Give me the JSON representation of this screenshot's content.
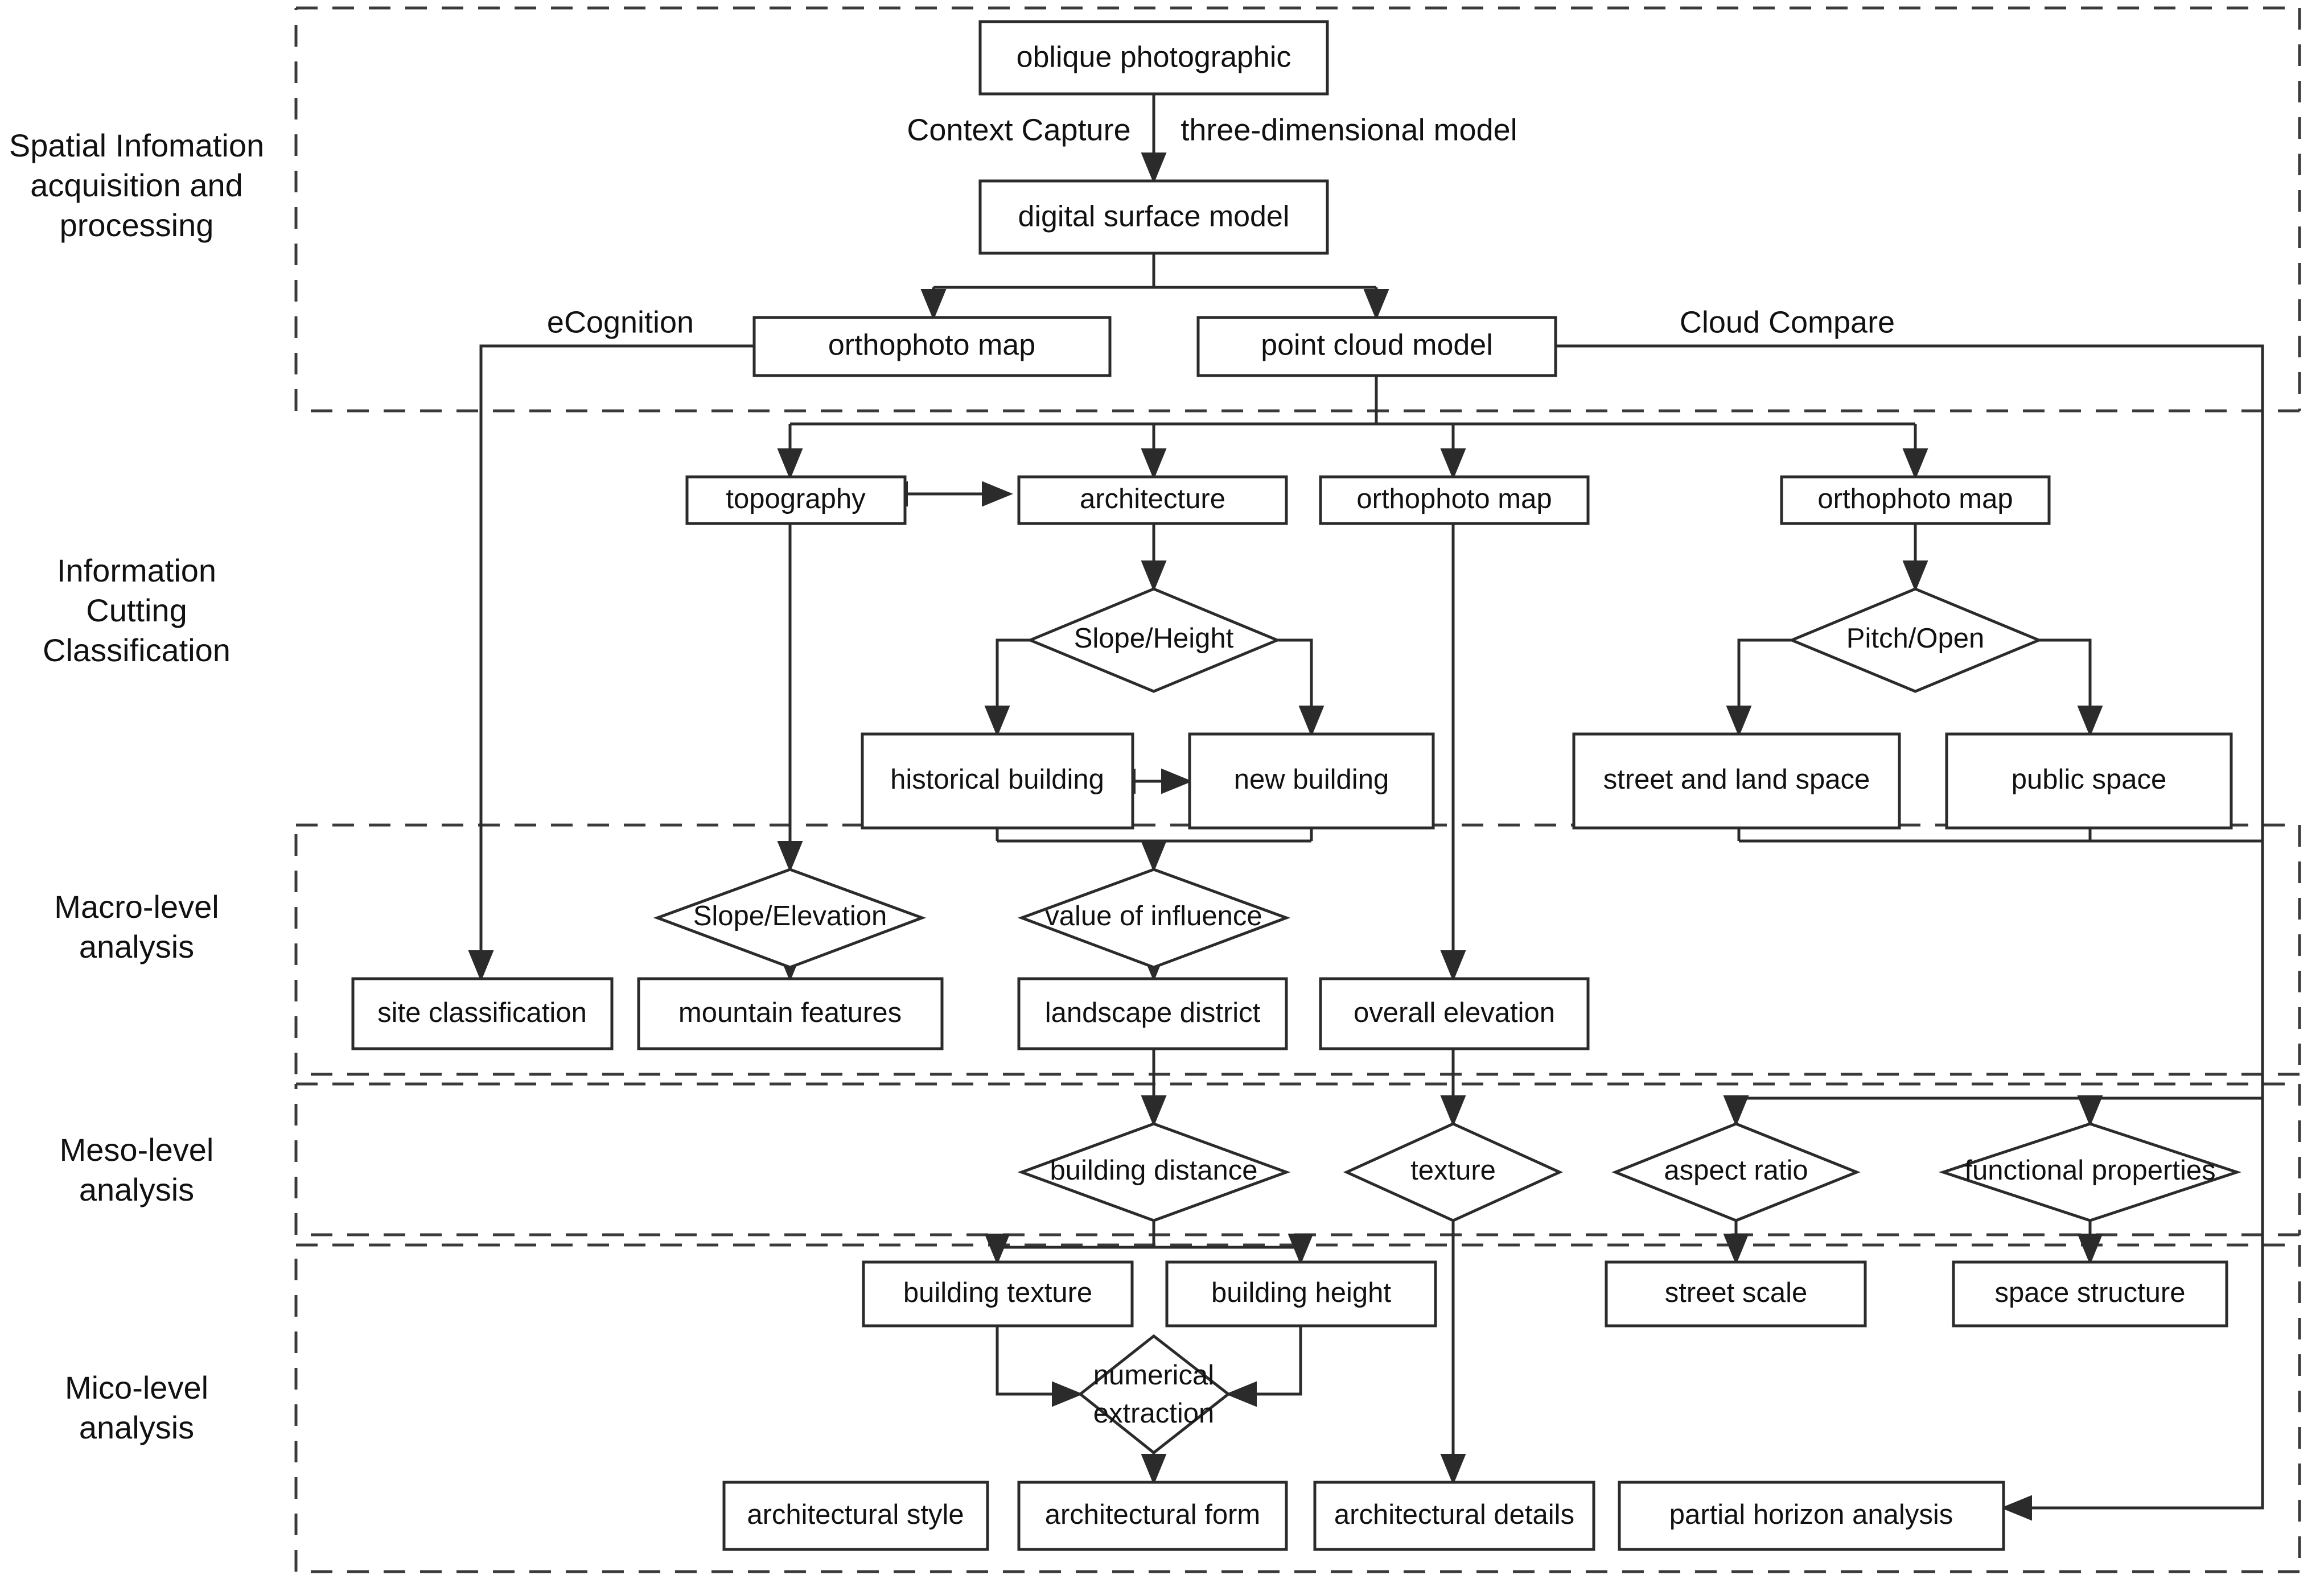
{
  "diagram": {
    "title": "Spatial information acquisition and multi-level analysis workflow",
    "stage_labels": [
      {
        "id": "s1",
        "lines": [
          "Spatial Infomation",
          "acquisition and",
          "processing"
        ]
      },
      {
        "id": "s2",
        "lines": [
          "Information",
          "Cutting",
          "Classification"
        ]
      },
      {
        "id": "s3",
        "lines": [
          "Macro-level",
          "analysis"
        ]
      },
      {
        "id": "s4",
        "lines": [
          "Meso-level",
          "analysis"
        ]
      },
      {
        "id": "s5",
        "lines": [
          "Mico-level",
          "analysis"
        ]
      }
    ],
    "edge_labels": [
      {
        "id": "e_context_capture",
        "text": "Context Capture"
      },
      {
        "id": "e_three_dim",
        "text": "three-dimensional model"
      },
      {
        "id": "e_ecognition",
        "text": "eCognition"
      },
      {
        "id": "e_cloud_compare",
        "text": "Cloud Compare"
      }
    ],
    "boxes": [
      {
        "id": "oblique_photographic",
        "text": "oblique photographic"
      },
      {
        "id": "digital_surface_model",
        "text": "digital surface model"
      },
      {
        "id": "orthophoto_map_left",
        "text": "orthophoto map"
      },
      {
        "id": "point_cloud_model",
        "text": "point cloud model"
      },
      {
        "id": "topography",
        "text": "topography"
      },
      {
        "id": "architecture",
        "text": "architecture"
      },
      {
        "id": "orthophoto_map_mid",
        "text": "orthophoto map"
      },
      {
        "id": "orthophoto_map_right",
        "text": "orthophoto map"
      },
      {
        "id": "historical_building",
        "text": "historical building"
      },
      {
        "id": "new_building",
        "text": "new building"
      },
      {
        "id": "street_and_land_space",
        "text": "street and land space"
      },
      {
        "id": "public_space",
        "text": "public space"
      },
      {
        "id": "site_classification",
        "text": "site classification"
      },
      {
        "id": "mountain_features",
        "text": "mountain features"
      },
      {
        "id": "landscape_district",
        "text": "landscape district"
      },
      {
        "id": "overall_elevation",
        "text": "overall elevation"
      },
      {
        "id": "building_texture",
        "text": "building texture"
      },
      {
        "id": "building_height",
        "text": "building height"
      },
      {
        "id": "street_scale",
        "text": "street scale"
      },
      {
        "id": "space_structure",
        "text": "space structure"
      },
      {
        "id": "architectural_style",
        "text": "architectural style"
      },
      {
        "id": "architectural_form",
        "text": "architectural form"
      },
      {
        "id": "architectural_details",
        "text": "architectural details"
      },
      {
        "id": "partial_horizon_analysis",
        "text": "partial horizon analysis"
      }
    ],
    "diamonds": [
      {
        "id": "slope_height",
        "text": "Slope/Height"
      },
      {
        "id": "pitch_open",
        "text": "Pitch/Open"
      },
      {
        "id": "slope_elevation",
        "text": "Slope/Elevation"
      },
      {
        "id": "value_of_influence",
        "text": "value of influence"
      },
      {
        "id": "building_distance",
        "text": "building distance"
      },
      {
        "id": "texture",
        "text": "texture"
      },
      {
        "id": "aspect_ratio",
        "text": "aspect ratio"
      },
      {
        "id": "functional_properties",
        "text": "functional properties"
      },
      {
        "id": "numerical_extraction_l1",
        "text": "numerical"
      },
      {
        "id": "numerical_extraction_l2",
        "text": "extraction"
      }
    ],
    "colors": {
      "stroke": "#2b2b2b",
      "band": "#3a3a3a",
      "fill": "#ffffff",
      "text": "#111111"
    }
  }
}
